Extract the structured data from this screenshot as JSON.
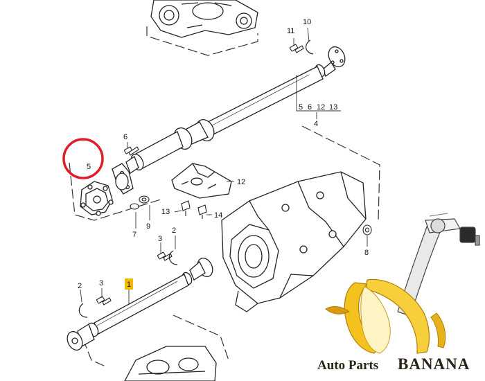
{
  "callouts": {
    "c1": "1",
    "c2a": "2",
    "c2b": "2",
    "c3a": "3",
    "c3b": "3",
    "c4": "4",
    "c5": "5",
    "c5b": "5",
    "c6": "6",
    "c6b": "6",
    "c7": "7",
    "c8": "8",
    "c9": "9",
    "c10": "10",
    "c11": "11",
    "c12": "12",
    "c12b": "12",
    "c13": "13",
    "c13b": "13",
    "c14": "14"
  },
  "colors": {
    "highlight_circle": "#e01b2a",
    "highlight_label": "#f2b900",
    "banana_yellow": "#f4c21f",
    "banana_shade": "#d99a12",
    "line_art": "#222222"
  },
  "brand": {
    "prefix": "Auto Parts",
    "name": "BANANA"
  }
}
